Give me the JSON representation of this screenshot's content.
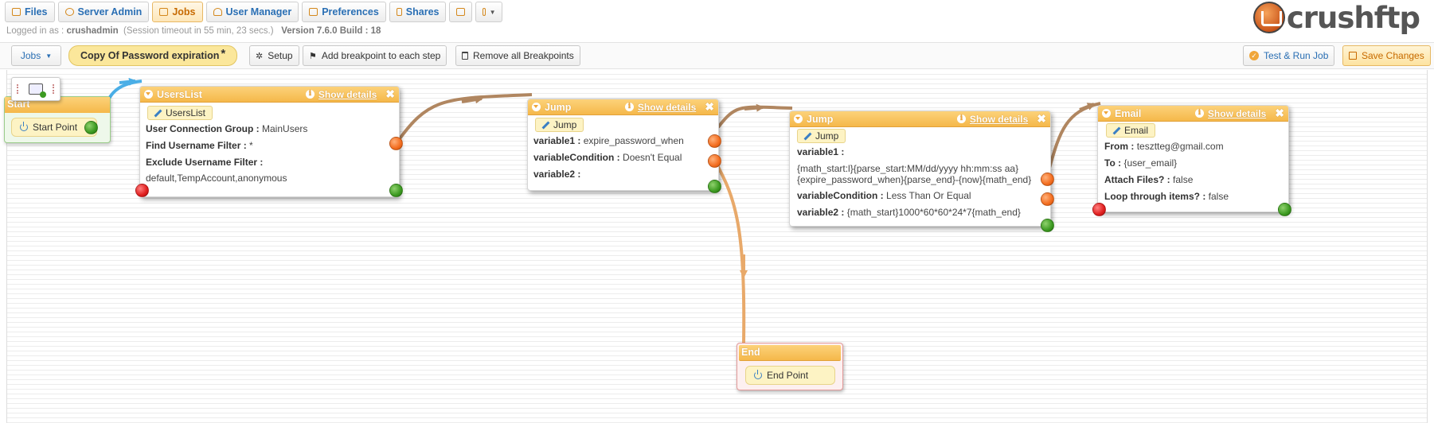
{
  "nav": {
    "files": "Files",
    "server_admin": "Server Admin",
    "jobs": "Jobs",
    "user_manager": "User Manager",
    "preferences": "Preferences",
    "shares": "Shares"
  },
  "logo": {
    "text": "crushftp"
  },
  "login": {
    "prefix": "Logged in as : ",
    "user": "crushadmin",
    "session": "(Session timeout in 55 min, 23 secs.)",
    "version": "Version 7.6.0 Build : 18"
  },
  "toolbar": {
    "jobs_dropdown": "Jobs",
    "job_name": "Copy Of Password expiration",
    "modified_marker": "*",
    "setup": "Setup",
    "add_breakpoints": "Add breakpoint to each step",
    "remove_breakpoints": "Remove all Breakpoints",
    "test_run": "Test & Run Job",
    "save": "Save Changes"
  },
  "start": {
    "title": "Start",
    "label": "Start Point"
  },
  "end": {
    "title": "End",
    "label": "End Point"
  },
  "nodes": {
    "userslist": {
      "title": "UsersList",
      "show_details": "Show details",
      "tag": "UsersList",
      "rows": [
        {
          "label": "User Connection Group :",
          "value": "MainUsers"
        },
        {
          "label": "Find Username Filter :",
          "value": "*"
        },
        {
          "label": "Exclude Username Filter :",
          "value": ""
        },
        {
          "label": "",
          "value": "default,TempAccount,anonymous"
        }
      ]
    },
    "jump1": {
      "title": "Jump",
      "show_details": "Show details",
      "tag": "Jump",
      "rows": [
        {
          "label": "variable1 :",
          "value": "expire_password_when"
        },
        {
          "label": "variableCondition :",
          "value": "Doesn't Equal"
        },
        {
          "label": "variable2 :",
          "value": ""
        }
      ]
    },
    "jump2": {
      "title": "Jump",
      "show_details": "Show details",
      "tag": "Jump",
      "rows": [
        {
          "label": "variable1 :",
          "value": ""
        },
        {
          "label": "",
          "value": "{math_start:l}{parse_start:MM/dd/yyyy hh:mm:ss aa}"
        },
        {
          "label": "",
          "value": "{expire_password_when}{parse_end}-{now}{math_end}"
        },
        {
          "label": "variableCondition :",
          "value": "Less Than Or Equal"
        },
        {
          "label": "variable2 :",
          "value": "{math_start}1000*60*60*24*7{math_end}"
        }
      ]
    },
    "email": {
      "title": "Email",
      "show_details": "Show details",
      "tag": "Email",
      "rows": [
        {
          "label": "From :",
          "value": "tesztteg@gmail.com"
        },
        {
          "label": "To :",
          "value": "{user_email}"
        },
        {
          "label": "Attach Files? :",
          "value": "false"
        },
        {
          "label": "Loop through items? :",
          "value": "false"
        }
      ]
    }
  },
  "colors": {
    "header_orange": "#f5b84a",
    "link_brown": "#b08660",
    "link_blue": "#4aaee6",
    "link_orange": "#e8a96a"
  }
}
